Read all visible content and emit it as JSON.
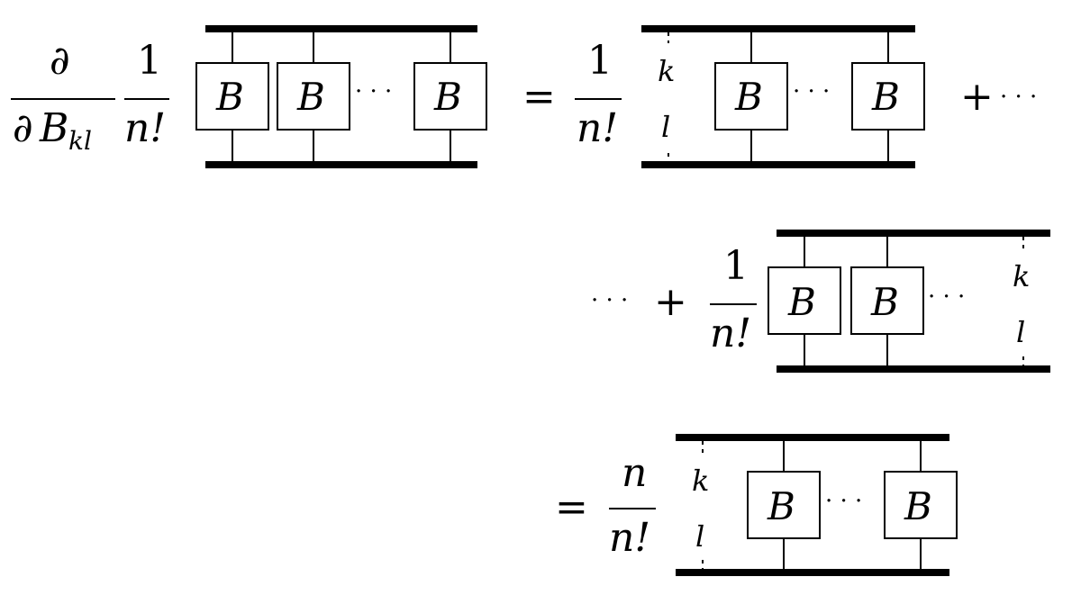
{
  "symbols": {
    "partial": "∂",
    "one": "1",
    "n_fact": "n!",
    "n": "n",
    "B": "B",
    "B_kl": "B",
    "sub_kl": "kl",
    "k": "k",
    "l": "l",
    "equals": "=",
    "plus": "+",
    "dots": "· · ·"
  }
}
